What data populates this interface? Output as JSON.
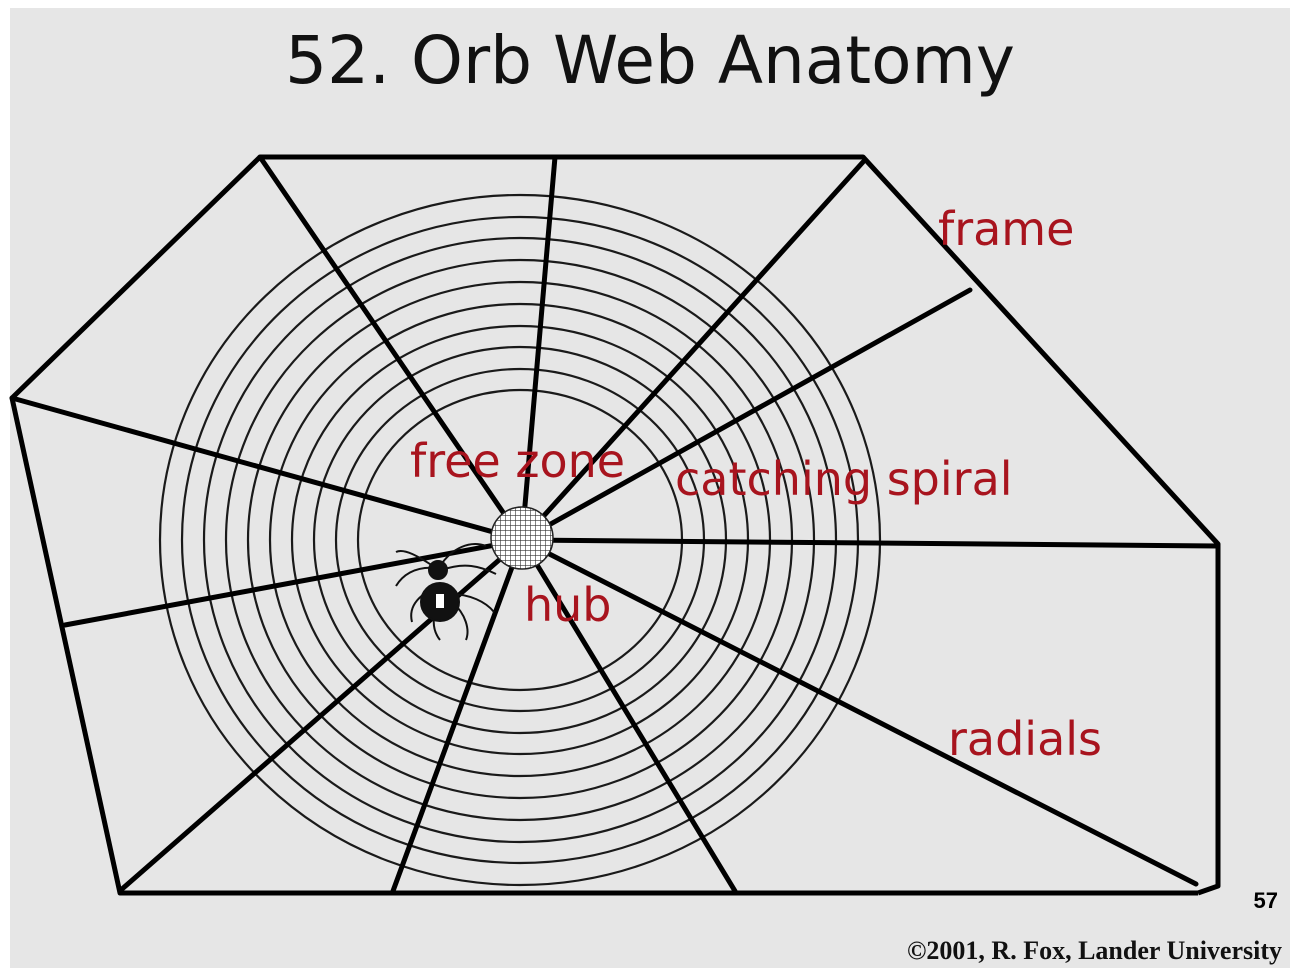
{
  "title": "52. Orb Web Anatomy",
  "labels": {
    "frame": "frame",
    "free_zone": "free zone",
    "catching_spiral": "catching spiral",
    "hub": "hub",
    "radials": "radials"
  },
  "colors": {
    "background": "#e6e6e6",
    "label": "#a8141e",
    "web_line": "#000000",
    "spiral_line": "#1a1a1a"
  },
  "slide_number": "57",
  "copyright": "©2001, R. Fox, Lander University"
}
